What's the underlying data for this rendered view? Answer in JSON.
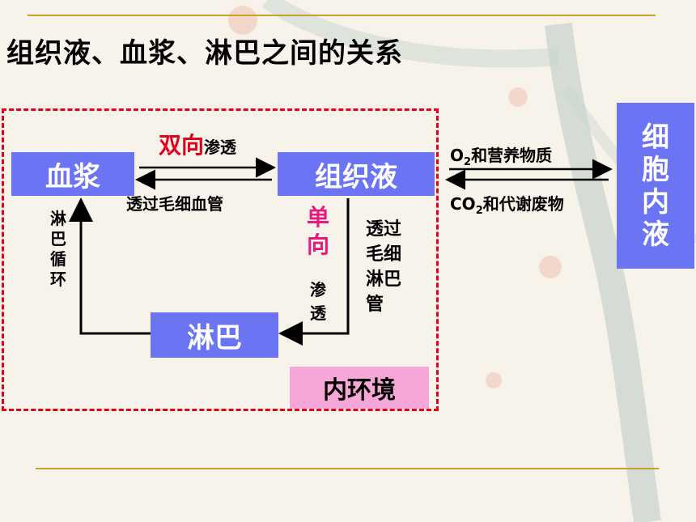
{
  "title": "组织液、血浆、淋巴之间的关系",
  "nodes": {
    "plasma": "血浆",
    "tissue_fluid": "组织液",
    "lymph": "淋巴",
    "intracellular": [
      "细",
      "胞",
      "内",
      "液"
    ],
    "internal_env": "内环境"
  },
  "edges": {
    "bidirectional_emph": "双向",
    "bidirectional_rest": "渗透",
    "through_capillary": "透过毛细血管",
    "lymph_circulation": [
      "淋",
      "巴",
      "循",
      "环"
    ],
    "unidirectional_emph": [
      "单",
      "向"
    ],
    "unidirectional_rest": [
      "渗",
      "透"
    ],
    "through_lymph_capillary": [
      "透过",
      "毛细",
      "淋巴",
      "管"
    ],
    "o2_main": "O",
    "o2_sub": "2",
    "o2_rest": "和营养物质",
    "co2_main": "CO",
    "co2_sub": "2",
    "co2_rest": "和代谢废物"
  },
  "colors": {
    "node_fill": "#6b74f2",
    "env_fill": "#f7a6d8",
    "dashed_border": "#e2001a",
    "emphasis_red": "#e2001a",
    "emphasis_pink": "#e8197a",
    "rule_line": "#c9a227"
  }
}
